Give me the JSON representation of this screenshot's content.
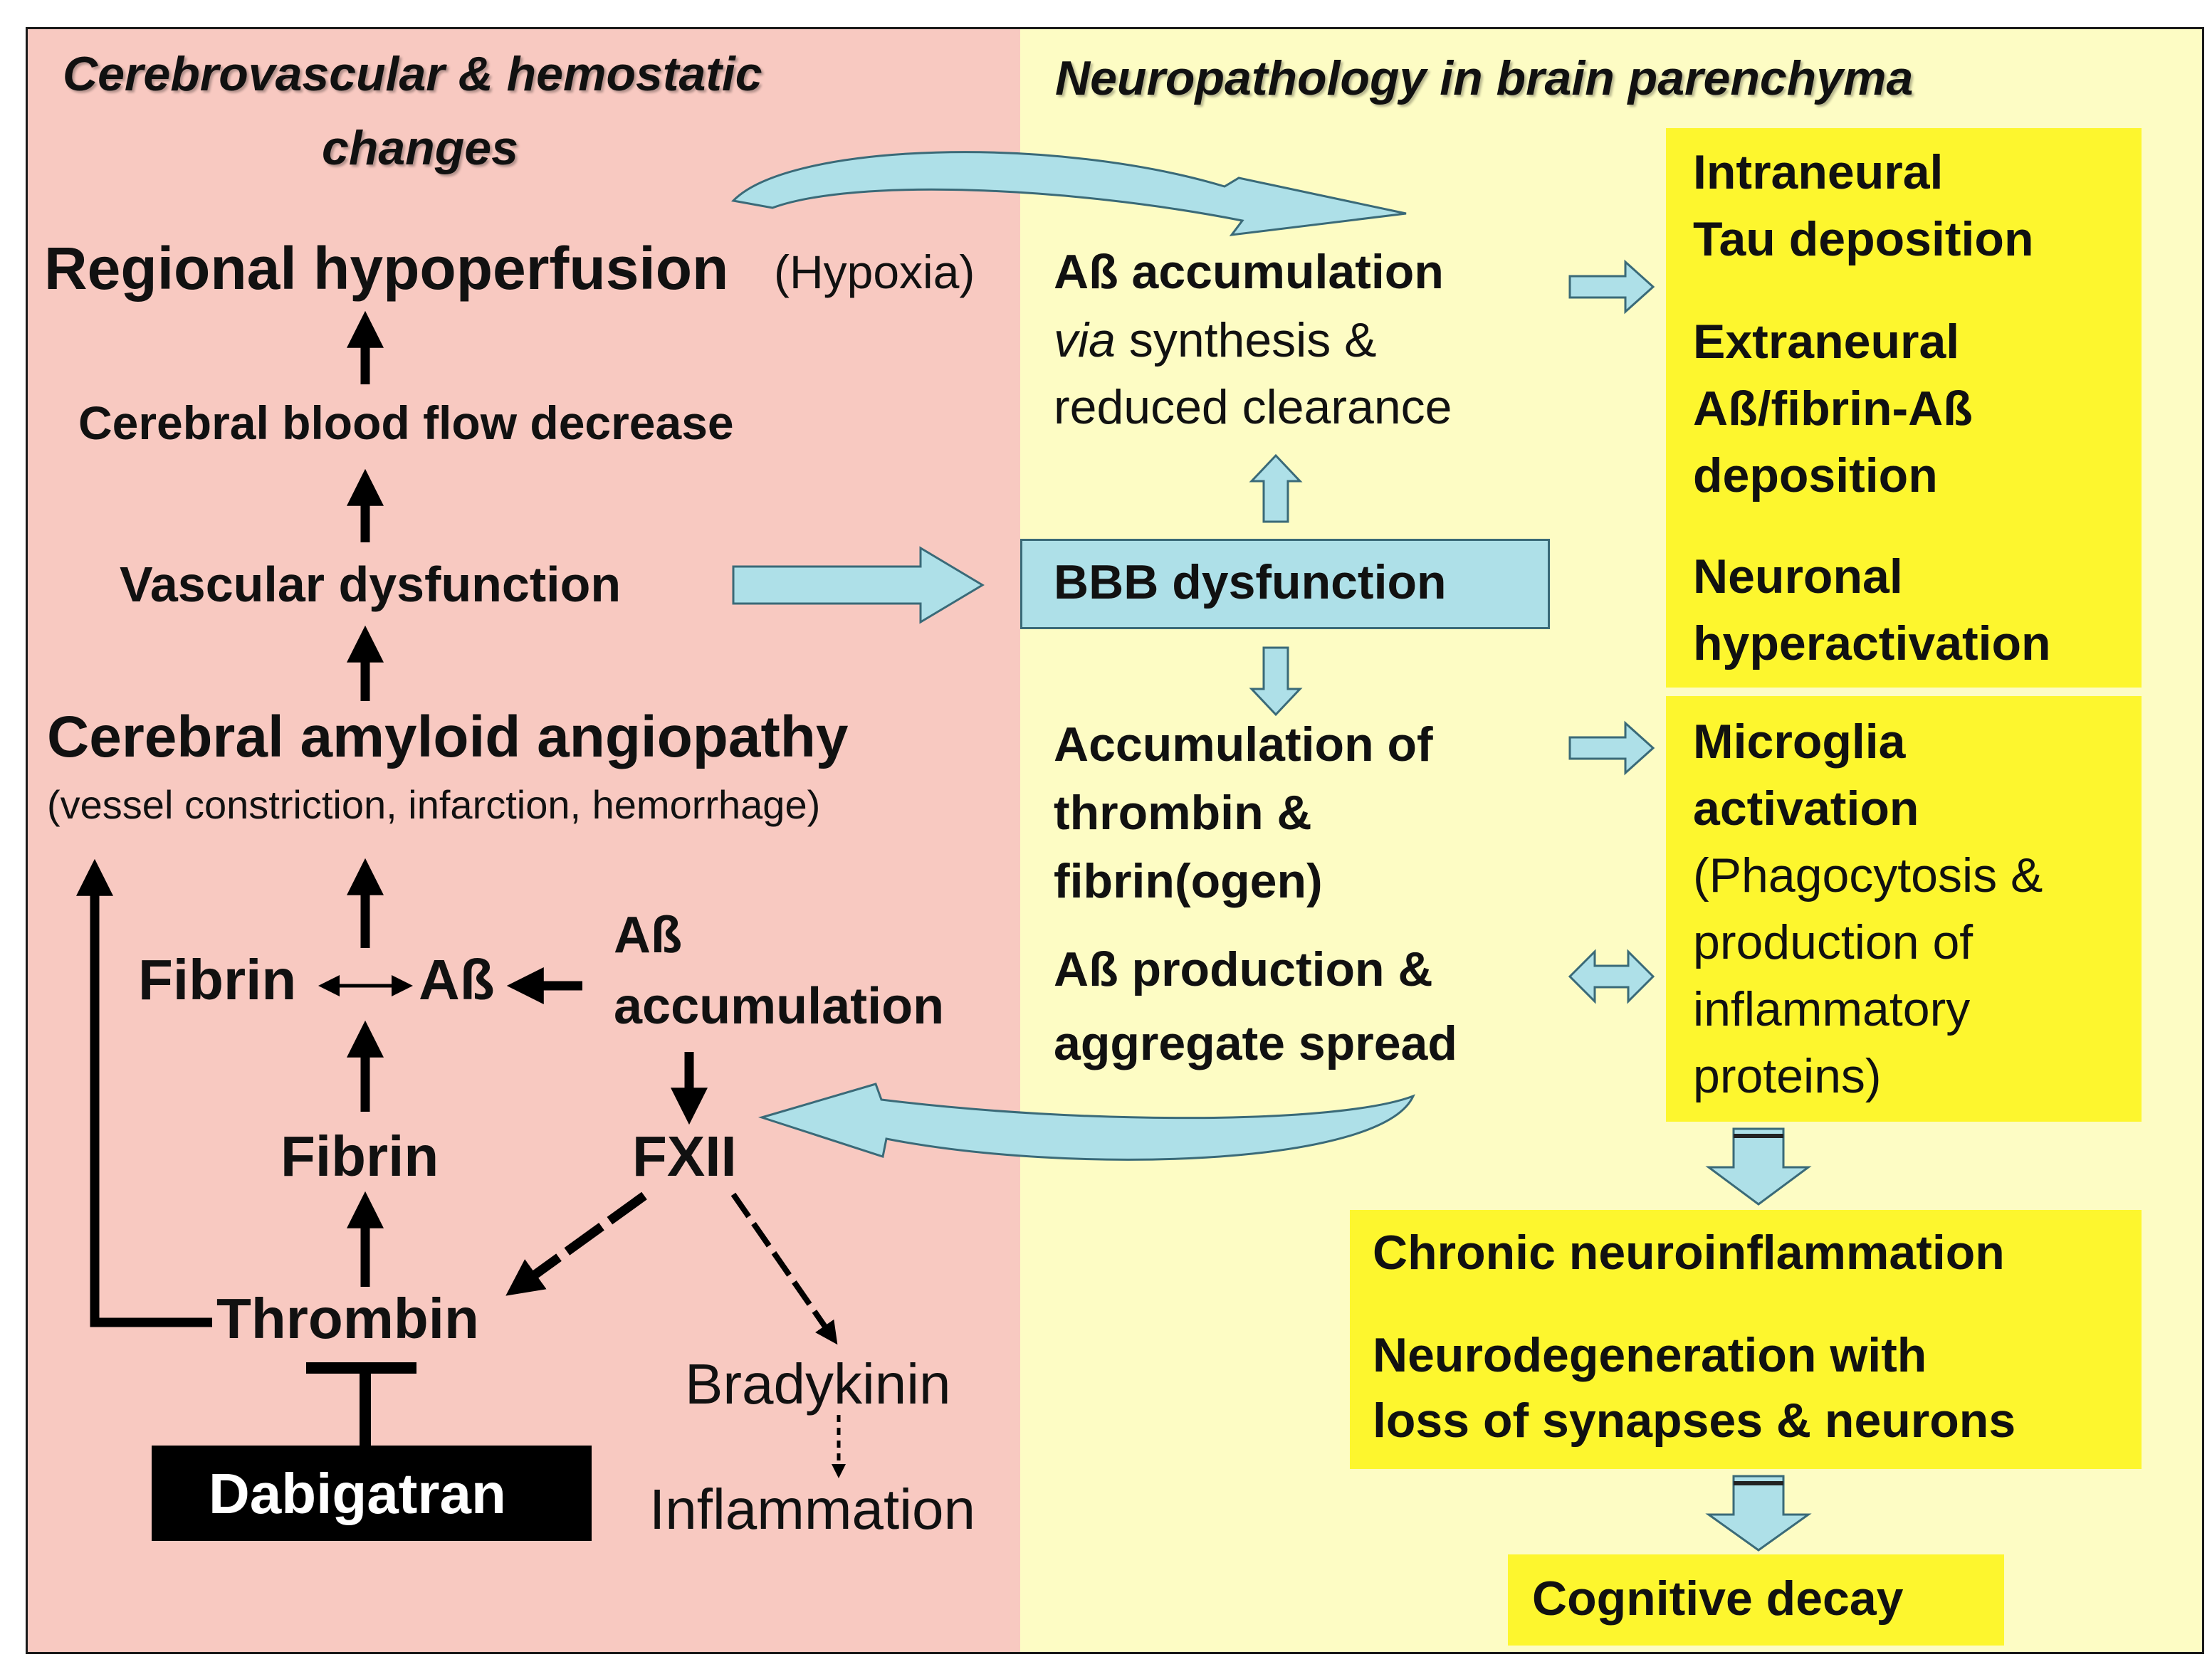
{
  "left_panel": {
    "heading_line1": "Cerebrovascular  & hemostatic",
    "heading_line2": "changes",
    "regional_hypoperfusion": "Regional hypoperfusion",
    "hypoxia": "(Hypoxia)",
    "cbf_decrease": "Cerebral  blood flow decrease",
    "vascular_dysfunction": "Vascular  dysfunction",
    "caa": "Cerebral amyloid angiopathy",
    "caa_detail": "(vessel constriction, infarction,  hemorrhage)",
    "fibrin_ab_left": "Fibrin",
    "fibrin_ab_right": "Aß",
    "ab_accum_line1": "Aß",
    "ab_accum_line2": "accumulation",
    "fibrin": "Fibrin",
    "fxii": "FXII",
    "thrombin": "Thrombin",
    "bradykinin": "Bradykinin",
    "inflammation": "Inflammation",
    "dabigatran": "Dabigatran"
  },
  "right_panel": {
    "heading": "Neuropathology  in brain parenchyma",
    "ab_accumulation": "Aß accumulation",
    "via": "via",
    "synthesis": " synthesis &",
    "reduced_clearance": "reduced clearance",
    "bbb": "BBB dysfunction",
    "thrombin_accum_1": "Accumulation of",
    "thrombin_accum_2": "thrombin &",
    "thrombin_accum_3": "fibrin(ogen)",
    "ab_production_1": "Aß production &",
    "ab_production_2": "aggregate spread",
    "tau_1": "Intraneural",
    "tau_2": "Tau deposition",
    "extra_1": "Extraneural",
    "extra_2": "Aß/fibrin-Aß",
    "extra_3": "deposition",
    "neuronal_1": "Neuronal",
    "neuronal_2": "hyperactivation",
    "microglia_1": "Microglia",
    "microglia_2": "activation",
    "microglia_3": "(Phagocytosis &",
    "microglia_4": "production of",
    "microglia_5": "inflammatory",
    "microglia_6": "proteins)",
    "chronic": "Chronic neuroinflammation",
    "neurodegen_1": "Neurodegeneration with",
    "neurodegen_2": "loss of synapses & neurons",
    "cognitive": "Cognitive decay"
  },
  "colors": {
    "left_bg": "#f8c9c1",
    "right_bg": "#fdfcc4",
    "yellow_box": "#fdf62e",
    "blue_arrow": "#aee0e8",
    "blue_arrow_stroke": "#3a6a78"
  }
}
